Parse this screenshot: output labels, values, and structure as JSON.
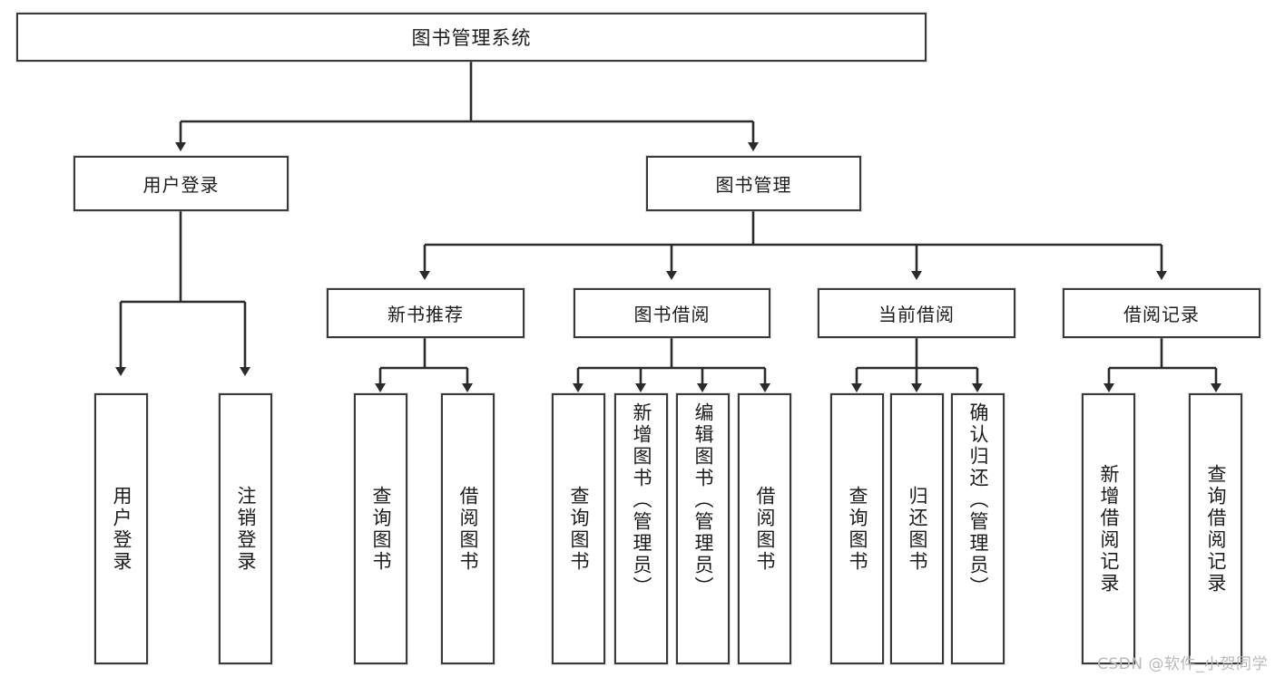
{
  "diagram": {
    "title": "图书管理系统",
    "type": "function-structure-tree",
    "watermark": "CSDN @软件_小贺同学",
    "colors": {
      "background": "#ffffff",
      "border": "#3a3a3a",
      "text": "#1c1c1c",
      "edge": "#2b2b2b",
      "watermark": "#b9b9b9"
    },
    "root": {
      "label": "图书管理系统"
    },
    "level2": [
      {
        "label": "用户登录"
      },
      {
        "label": "图书管理"
      }
    ],
    "level3": [
      {
        "label": "新书推荐"
      },
      {
        "label": "图书借阅"
      },
      {
        "label": "当前借阅"
      },
      {
        "label": "借阅记录"
      }
    ],
    "leaves": {
      "user_login": [
        {
          "label": "用户登录"
        },
        {
          "label": "注销登录"
        }
      ],
      "new_book_recommend": [
        {
          "label": "查询图书"
        },
        {
          "label": "借阅图书"
        }
      ],
      "book_borrow": [
        {
          "label": "查询图书"
        },
        {
          "label": "新增图书（管理员）"
        },
        {
          "label": "编辑图书（管理员）"
        },
        {
          "label": "借阅图书"
        }
      ],
      "current_borrow": [
        {
          "label": "查询图书"
        },
        {
          "label": "归还图书"
        },
        {
          "label": "确认归还（管理员）"
        }
      ],
      "borrow_record": [
        {
          "label": "新增借阅记录"
        },
        {
          "label": "查询借阅记录"
        }
      ]
    }
  }
}
